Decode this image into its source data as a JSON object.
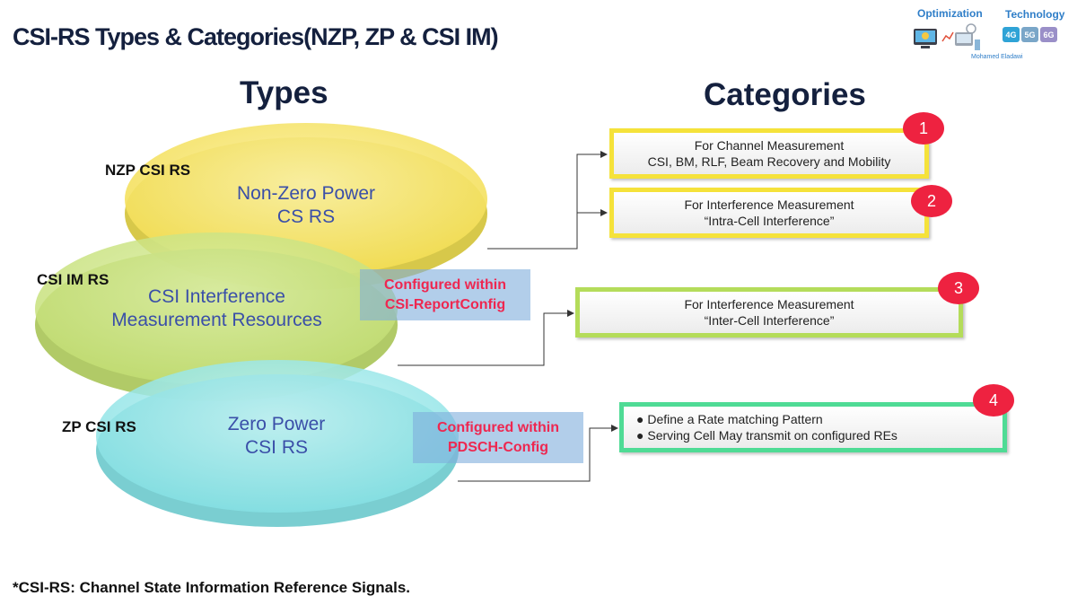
{
  "title": "CSI-RS Types & Categories(NZP, ZP & CSI IM)",
  "headings": {
    "types": "Types",
    "categories": "Categories"
  },
  "types": [
    {
      "label": "NZP CSI RS",
      "lines": [
        "Non-Zero Power",
        "CS RS"
      ],
      "color": "#f6e562"
    },
    {
      "label": "CSI IM RS",
      "lines": [
        "CSI Interference",
        "Measurement Resources"
      ],
      "color": "#c9e27a"
    },
    {
      "label": "ZP CSI RS",
      "lines": [
        "Zero Power",
        "CSI RS"
      ],
      "color": "#8fe6e8"
    }
  ],
  "configured": [
    {
      "lines": [
        "Configured within",
        "CSI-ReportConfig"
      ]
    },
    {
      "lines": [
        "Configured within",
        "PDSCH-Config"
      ]
    }
  ],
  "categories": [
    {
      "number": "1",
      "lines": [
        "For Channel Measurement",
        "CSI, BM, RLF, Beam Recovery and Mobility"
      ],
      "border": "#f5e23a"
    },
    {
      "number": "2",
      "lines": [
        "For Interference Measurement",
        "“Intra-Cell Interference”"
      ],
      "border": "#f5e23a"
    },
    {
      "number": "3",
      "lines": [
        "For Interference Measurement",
        "“Inter-Cell Interference”"
      ],
      "border": "#b4dc5a"
    },
    {
      "number": "4",
      "bullets": [
        "Define a Rate matching Pattern",
        "Serving Cell May transmit on configured REs"
      ],
      "border": "#4fdb95"
    }
  ],
  "footnote": "*CSI-RS: Channel State Information Reference Signals.",
  "logo": {
    "optimization": "Optimization",
    "technology": "Technology",
    "author": "Mohamed Eladawi",
    "generations": [
      "4G",
      "5G",
      "6G"
    ]
  },
  "colors": {
    "accent_red": "#ee2240",
    "heading_navy": "#14203e",
    "ellipse_text_blue": "#3a4fa8"
  }
}
